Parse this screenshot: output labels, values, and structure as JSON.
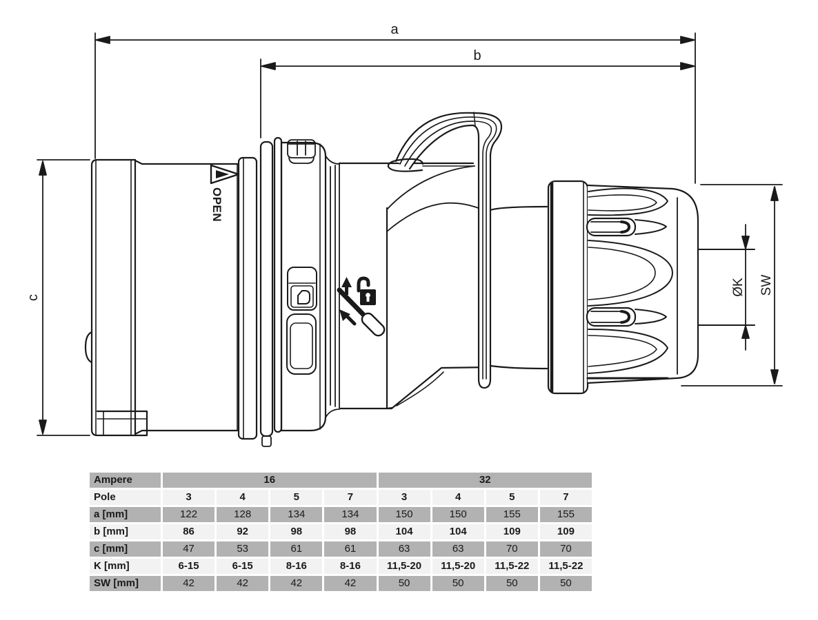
{
  "page": {
    "background": "#ffffff",
    "line_color": "#1a1a1a"
  },
  "drawing": {
    "dim_labels": {
      "a": "a",
      "b": "b",
      "c": "c",
      "k": "ØK",
      "sw": "SW"
    },
    "open_marking": "OPEN",
    "icons": [
      "up-arrow-icon",
      "unlocked-padlock-icon",
      "screwdriver-icon",
      "pry-arrow-icon",
      "open-triangle-icon"
    ]
  },
  "table": {
    "ampere_label": "Ampere",
    "ampere_groups": [
      {
        "label": "16",
        "span": 4
      },
      {
        "label": "32",
        "span": 4
      }
    ],
    "rows": [
      {
        "label": "Pole",
        "values": [
          "3",
          "4",
          "5",
          "7",
          "3",
          "4",
          "5",
          "7"
        ],
        "bold_values": true,
        "shade": "light"
      },
      {
        "label": "a [mm]",
        "values": [
          "122",
          "128",
          "134",
          "134",
          "150",
          "150",
          "155",
          "155"
        ],
        "bold_values": false,
        "shade": "dark"
      },
      {
        "label": "b [mm]",
        "values": [
          "86",
          "92",
          "98",
          "98",
          "104",
          "104",
          "109",
          "109"
        ],
        "bold_values": true,
        "shade": "light"
      },
      {
        "label": "c [mm]",
        "values": [
          "47",
          "53",
          "61",
          "61",
          "63",
          "63",
          "70",
          "70"
        ],
        "bold_values": false,
        "shade": "dark"
      },
      {
        "label": "K [mm]",
        "values": [
          "6-15",
          "6-15",
          "8-16",
          "8-16",
          "11,5-20",
          "11,5-20",
          "11,5-22",
          "11,5-22"
        ],
        "bold_values": true,
        "shade": "light"
      },
      {
        "label": "SW [mm]",
        "values": [
          "42",
          "42",
          "42",
          "42",
          "50",
          "50",
          "50",
          "50"
        ],
        "bold_values": false,
        "shade": "dark"
      }
    ],
    "colors": {
      "dark_row": "#b2b2b2",
      "light_row": "#f2f2f2",
      "text": "#1a1a1a"
    }
  }
}
